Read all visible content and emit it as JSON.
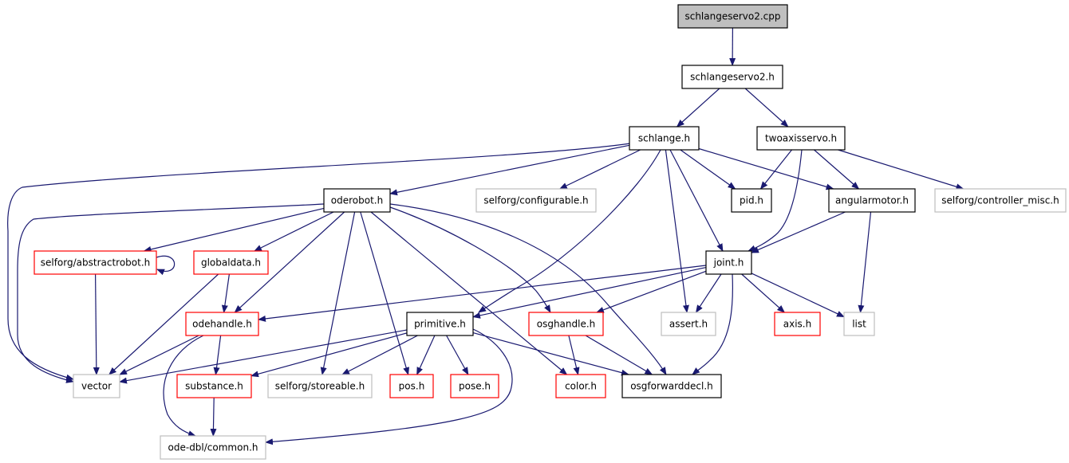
{
  "colors": {
    "edge": "#191970",
    "border_normal": "#000000",
    "border_missing": "#bfbfbf",
    "border_truncated": "#ff0000",
    "fill_root": "#bfbfbf",
    "fill_default": "#ffffff"
  },
  "nodes": [
    {
      "id": "schlangeservo2_cpp",
      "label": "schlangeservo2.cpp",
      "kind": "root"
    },
    {
      "id": "schlangeservo2_h",
      "label": "schlangeservo2.h",
      "kind": "normal"
    },
    {
      "id": "schlange_h",
      "label": "schlange.h",
      "kind": "normal"
    },
    {
      "id": "twoaxisservo_h",
      "label": "twoaxisservo.h",
      "kind": "normal"
    },
    {
      "id": "oderobot_h",
      "label": "oderobot.h",
      "kind": "normal"
    },
    {
      "id": "configurable_h",
      "label": "selforg/configurable.h",
      "kind": "missing"
    },
    {
      "id": "pid_h",
      "label": "pid.h",
      "kind": "normal"
    },
    {
      "id": "angularmotor_h",
      "label": "angularmotor.h",
      "kind": "normal"
    },
    {
      "id": "controller_misc_h",
      "label": "selforg/controller_misc.h",
      "kind": "missing"
    },
    {
      "id": "abstractrobot_h",
      "label": "selforg/abstractrobot.h",
      "kind": "truncated"
    },
    {
      "id": "globaldata_h",
      "label": "globaldata.h",
      "kind": "truncated"
    },
    {
      "id": "joint_h",
      "label": "joint.h",
      "kind": "normal"
    },
    {
      "id": "odehandle_h",
      "label": "odehandle.h",
      "kind": "truncated"
    },
    {
      "id": "primitive_h",
      "label": "primitive.h",
      "kind": "normal"
    },
    {
      "id": "osghandle_h",
      "label": "osghandle.h",
      "kind": "truncated"
    },
    {
      "id": "assert_h",
      "label": "assert.h",
      "kind": "missing"
    },
    {
      "id": "axis_h",
      "label": "axis.h",
      "kind": "truncated"
    },
    {
      "id": "list",
      "label": "list",
      "kind": "missing"
    },
    {
      "id": "vector",
      "label": "vector",
      "kind": "missing"
    },
    {
      "id": "substance_h",
      "label": "substance.h",
      "kind": "truncated"
    },
    {
      "id": "storeable_h",
      "label": "selforg/storeable.h",
      "kind": "missing"
    },
    {
      "id": "pos_h",
      "label": "pos.h",
      "kind": "truncated"
    },
    {
      "id": "pose_h",
      "label": "pose.h",
      "kind": "truncated"
    },
    {
      "id": "color_h",
      "label": "color.h",
      "kind": "truncated"
    },
    {
      "id": "osgforwarddecl_h",
      "label": "osgforwarddecl.h",
      "kind": "normal"
    },
    {
      "id": "common_h",
      "label": "ode-dbl/common.h",
      "kind": "missing"
    }
  ],
  "edges": [
    {
      "from": "schlangeservo2_cpp",
      "to": "schlangeservo2_h"
    },
    {
      "from": "schlangeservo2_h",
      "to": "schlange_h"
    },
    {
      "from": "schlangeservo2_h",
      "to": "twoaxisservo_h"
    },
    {
      "from": "schlange_h",
      "to": "oderobot_h"
    },
    {
      "from": "schlange_h",
      "to": "configurable_h"
    },
    {
      "from": "schlange_h",
      "to": "pid_h"
    },
    {
      "from": "schlange_h",
      "to": "angularmotor_h"
    },
    {
      "from": "schlange_h",
      "to": "joint_h"
    },
    {
      "from": "schlange_h",
      "to": "primitive_h"
    },
    {
      "from": "schlange_h",
      "to": "assert_h"
    },
    {
      "from": "schlange_h",
      "to": "vector"
    },
    {
      "from": "twoaxisservo_h",
      "to": "pid_h"
    },
    {
      "from": "twoaxisservo_h",
      "to": "angularmotor_h"
    },
    {
      "from": "twoaxisservo_h",
      "to": "joint_h"
    },
    {
      "from": "twoaxisservo_h",
      "to": "controller_misc_h"
    },
    {
      "from": "angularmotor_h",
      "to": "joint_h"
    },
    {
      "from": "angularmotor_h",
      "to": "list"
    },
    {
      "from": "oderobot_h",
      "to": "abstractrobot_h"
    },
    {
      "from": "oderobot_h",
      "to": "globaldata_h"
    },
    {
      "from": "oderobot_h",
      "to": "odehandle_h"
    },
    {
      "from": "oderobot_h",
      "to": "storeable_h"
    },
    {
      "from": "oderobot_h",
      "to": "pos_h"
    },
    {
      "from": "oderobot_h",
      "to": "color_h"
    },
    {
      "from": "oderobot_h",
      "to": "osghandle_h"
    },
    {
      "from": "oderobot_h",
      "to": "osgforwarddecl_h"
    },
    {
      "from": "oderobot_h",
      "to": "vector"
    },
    {
      "from": "abstractrobot_h",
      "to": "abstractrobot_h"
    },
    {
      "from": "abstractrobot_h",
      "to": "vector"
    },
    {
      "from": "globaldata_h",
      "to": "odehandle_h"
    },
    {
      "from": "globaldata_h",
      "to": "vector"
    },
    {
      "from": "joint_h",
      "to": "odehandle_h"
    },
    {
      "from": "joint_h",
      "to": "primitive_h"
    },
    {
      "from": "joint_h",
      "to": "osghandle_h"
    },
    {
      "from": "joint_h",
      "to": "assert_h"
    },
    {
      "from": "joint_h",
      "to": "axis_h"
    },
    {
      "from": "joint_h",
      "to": "list"
    },
    {
      "from": "joint_h",
      "to": "osgforwarddecl_h"
    },
    {
      "from": "odehandle_h",
      "to": "vector"
    },
    {
      "from": "odehandle_h",
      "to": "substance_h"
    },
    {
      "from": "odehandle_h",
      "to": "common_h"
    },
    {
      "from": "primitive_h",
      "to": "vector"
    },
    {
      "from": "primitive_h",
      "to": "substance_h"
    },
    {
      "from": "primitive_h",
      "to": "storeable_h"
    },
    {
      "from": "primitive_h",
      "to": "pos_h"
    },
    {
      "from": "primitive_h",
      "to": "pose_h"
    },
    {
      "from": "primitive_h",
      "to": "osgforwarddecl_h"
    },
    {
      "from": "primitive_h",
      "to": "common_h"
    },
    {
      "from": "osghandle_h",
      "to": "color_h"
    },
    {
      "from": "osghandle_h",
      "to": "osgforwarddecl_h"
    },
    {
      "from": "substance_h",
      "to": "common_h"
    }
  ]
}
